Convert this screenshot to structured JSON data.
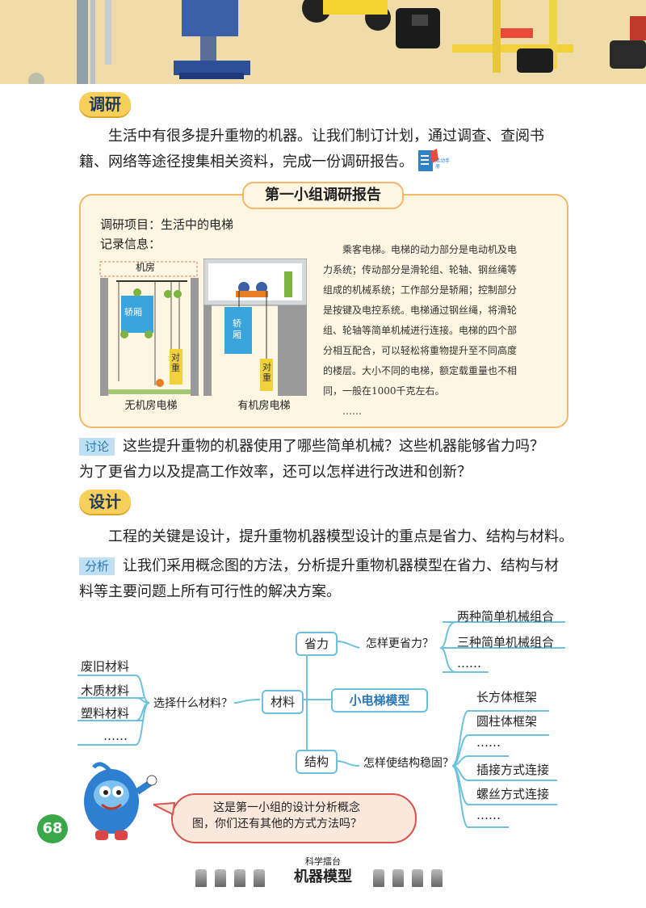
{
  "sections": {
    "survey_label": "调研",
    "design_label": "设计"
  },
  "intro": {
    "line1": "生活中有很多提升重物的机器。让我们制订计划，通过调查、查阅书",
    "line2": "籍、网络等途径搜集相关资料，完成一份调研报告。",
    "handbook_icon_label": "活动手册"
  },
  "report": {
    "title": "第一小组调研报告",
    "project": "调研项目：生活中的电梯",
    "record": "记录信息：",
    "text_lines": [
      "乘客电梯。电梯的动力部分是电动机及电",
      "力系统；传动部分是滑轮组、轮轴、钢丝绳等",
      "组成的机械系统；工作部分是轿厢；控制部分",
      "是按键及电控系统。电梯通过钢丝绳，将滑轮",
      "组、轮轴等简单机械进行连接。电梯的四个部",
      "分相互配合，可以轻松将重物提升至不同高度",
      "的楼层。大小不同的电梯，额定载重量也不相",
      "同，一般在1000千克左右。",
      "……"
    ],
    "diagram_left": {
      "machine_room": "机房",
      "cab": "轿厢",
      "counterweight": "对重",
      "caption": "无机房电梯"
    },
    "diagram_right": {
      "cab": "轿厢",
      "counterweight": "对重",
      "caption": "有机房电梯"
    }
  },
  "discussion": {
    "tag": "讨论",
    "line1": "这些提升重物的机器使用了哪些简单机械？这些机器能够省力吗？",
    "line2": "为了更省力以及提高工作效率，还可以怎样进行改进和创新？"
  },
  "design": {
    "line1": "工程的关键是设计，提升重物机器模型设计的重点是省力、结构与材料。"
  },
  "analysis": {
    "tag": "分析",
    "line1": "让我们采用概念图的方法，分析提升重物机器模型在省力、结构与材",
    "line2": "料等主要问题上所有可行性的解决方案。"
  },
  "concept_map": {
    "center": "小电梯模型",
    "effort": {
      "label": "省力",
      "question": "怎样更省力？",
      "options": [
        "两种简单机械组合",
        "三种简单机械组合",
        "……"
      ]
    },
    "material": {
      "label": "材料",
      "question": "选择什么材料？",
      "options": [
        "废旧材料",
        "木质材料",
        "塑料材料",
        "……"
      ]
    },
    "structure": {
      "label": "结构",
      "question": "怎样使结构稳固？",
      "options": [
        "长方体框架",
        "圆柱体框架",
        "……",
        "插接方式连接",
        "螺丝方式连接",
        "……"
      ]
    }
  },
  "speech": {
    "line1": "这是第一小组的设计分析概念",
    "line2": "图，你们还有其他的方式方法吗？"
  },
  "page_number": "68",
  "footer": {
    "small": "科学擂台",
    "title": "机器模型"
  },
  "colors": {
    "pill": "#f8cf5a",
    "report_border": "#f4b868",
    "map_line": "#6cc2dd",
    "page_number_bg": "#3aa748",
    "tag_bg": "#bfe0f2"
  }
}
